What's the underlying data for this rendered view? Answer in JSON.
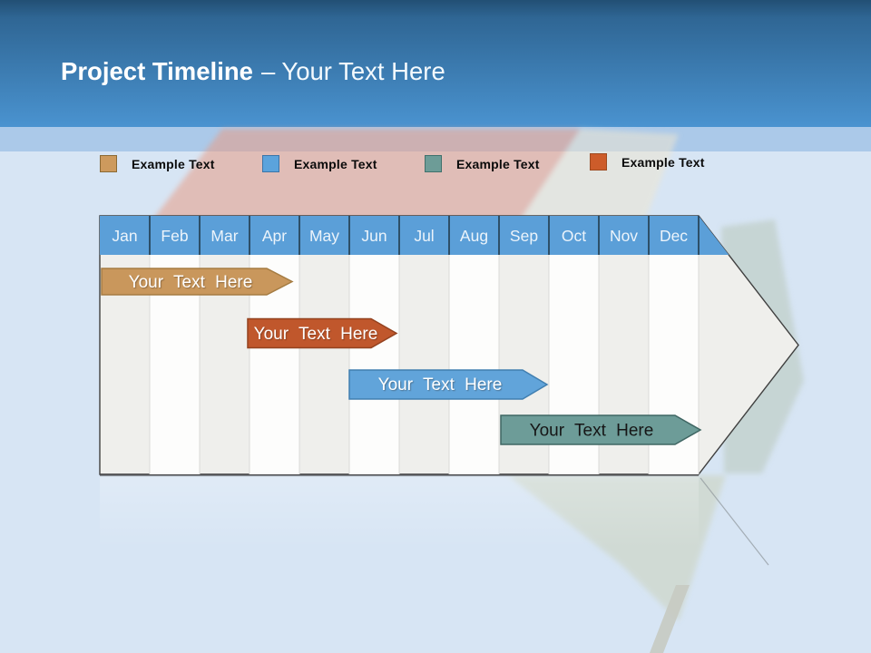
{
  "slide": {
    "title_bold": "Project Timeline",
    "title_rest": "– Your Text Here",
    "background_color": "#d7e5f4",
    "banner_gradient_top": "#224f74",
    "banner_gradient_bottom": "#4a93d0",
    "band_color": "#abc9e9"
  },
  "legend": {
    "items": [
      {
        "label": "Example Text",
        "color": "#cd9a5d",
        "border": "#8a6a35"
      },
      {
        "label": "Example Text",
        "color": "#5ba3dc",
        "border": "#3b75a8"
      },
      {
        "label": "Example Text",
        "color": "#6d9c97",
        "border": "#40716c"
      },
      {
        "label": "Example Text",
        "color": "#cd5c2a",
        "border": "#9e4a20"
      }
    ]
  },
  "timeline": {
    "months": [
      "Jan",
      "Feb",
      "Mar",
      "Apr",
      "May",
      "Jun",
      "Jul",
      "Aug",
      "Sep",
      "Oct",
      "Nov",
      "Dec"
    ],
    "header_color": "#5b9fd8",
    "header_text_color": "#ecf4fb",
    "separator_color": "#2d4f68",
    "body_fill": "#efefec",
    "alt_column_fill": "#fdfdfc",
    "outline_color": "#3f3f3f",
    "bars": [
      {
        "label": "Your Text Here",
        "start": "Jan",
        "end": "Apr",
        "color": "#c9975c",
        "border": "#a57c42",
        "text_color": "#ffffff"
      },
      {
        "label": "Your Text Here",
        "start": "Apr",
        "end": "Jun",
        "color": "#c0572c",
        "border": "#94421f",
        "text_color": "#ffffff"
      },
      {
        "label": "Your Text Here",
        "start": "Jun",
        "end": "Sep",
        "color": "#61a4da",
        "border": "#417fb0",
        "text_color": "#ffffff"
      },
      {
        "label": "Your Text Here",
        "start": "Sep",
        "end": "Dec",
        "color": "#6d9c98",
        "border": "#3f6663",
        "text_color": "#161616"
      }
    ]
  }
}
